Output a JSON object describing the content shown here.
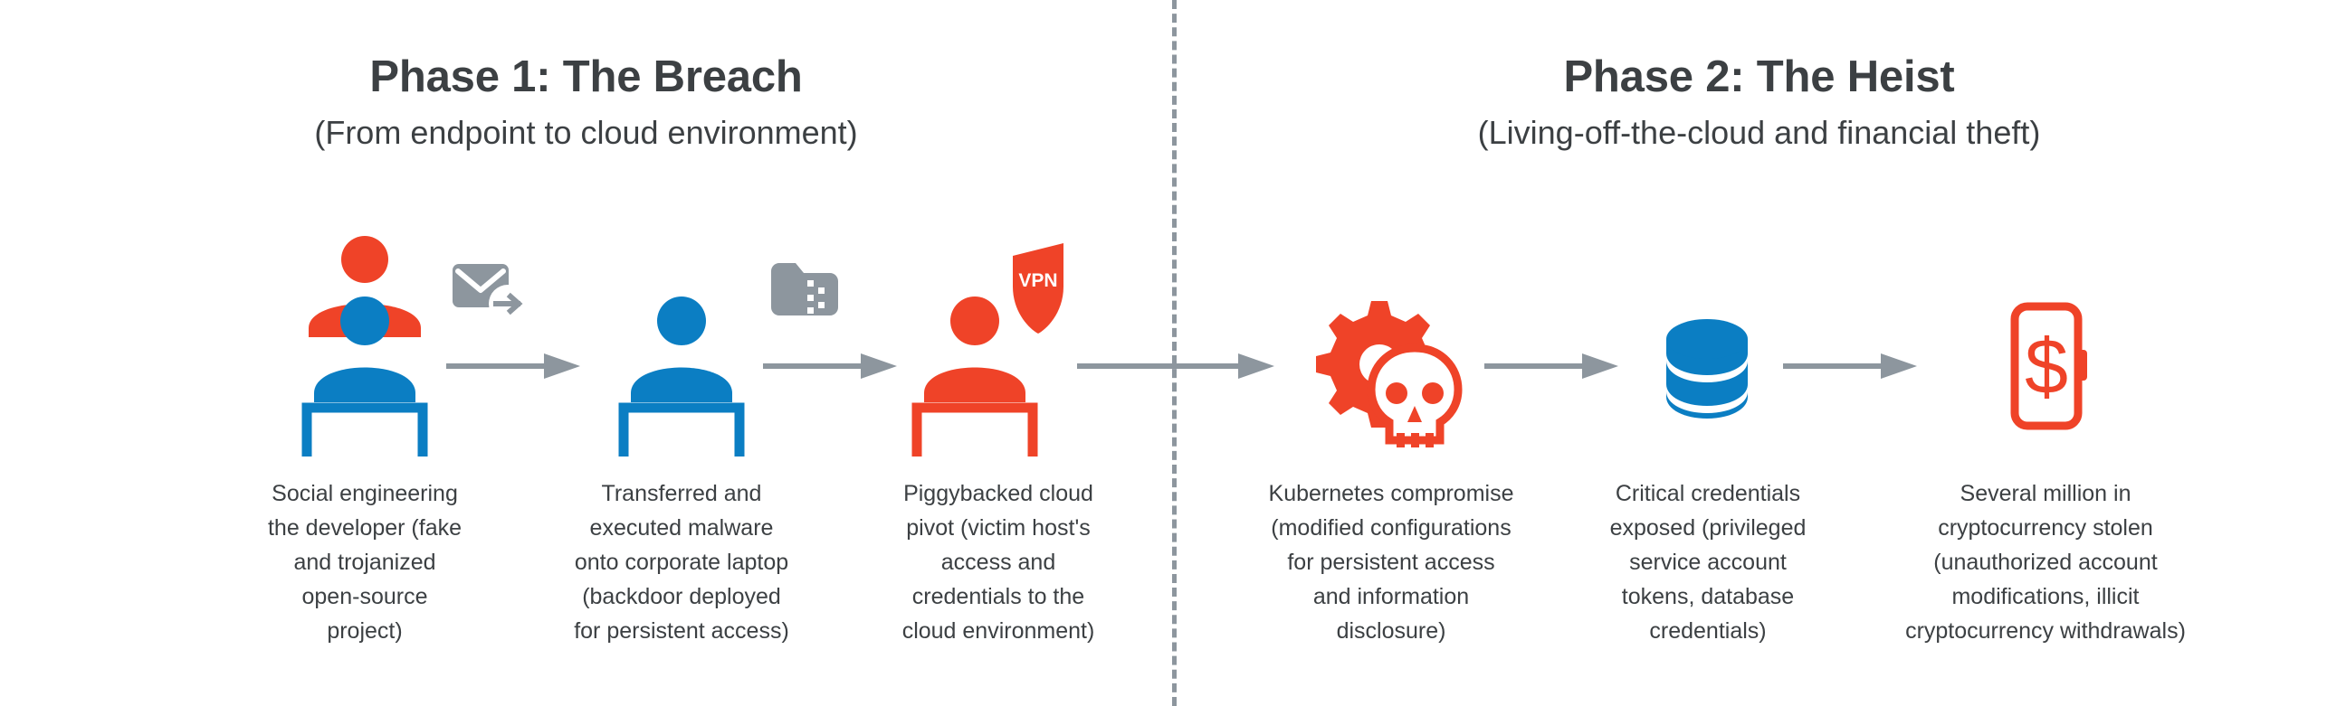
{
  "colors": {
    "red": "#ef4328",
    "blue": "#0b7ec3",
    "gray": "#8d969e",
    "text": "#3c4043",
    "background": "#ffffff"
  },
  "phases": [
    {
      "title": "Phase 1: The Breach",
      "subtitle": "(From endpoint to cloud environment)"
    },
    {
      "title": "Phase 2: The Heist",
      "subtitle": "(Living-off-the-cloud and financial theft)"
    }
  ],
  "steps": [
    {
      "id": "step-1",
      "icon": "developer-at-laptop-with-attacker-icon",
      "caption": "Social engineering\nthe developer (fake\nand trojanized\nopen-source\nproject)"
    },
    {
      "id": "step-2",
      "icon": "user-at-laptop-icon",
      "caption": "Transferred and\nexecuted malware\nonto corporate laptop\n(backdoor deployed\nfor persistent access)"
    },
    {
      "id": "step-3",
      "icon": "compromised-user-at-laptop-with-vpn-shield-icon",
      "caption": "Piggybacked cloud\npivot (victim host's\naccess and\ncredentials to the\ncloud environment)"
    },
    {
      "id": "step-4",
      "icon": "gear-skull-icon",
      "caption": "Kubernetes compromise\n(modified configurations\nfor persistent access\nand information\ndisclosure)"
    },
    {
      "id": "step-5",
      "icon": "database-icon",
      "caption": "Critical credentials\nexposed (privileged\nservice account\ntokens, database\ncredentials)"
    },
    {
      "id": "step-6",
      "icon": "mobile-dollar-icon",
      "caption": "Several million in\ncryptocurrency stolen\n(unauthorized account\nmodifications, illicit\ncryptocurrency withdrawals)"
    }
  ],
  "badges": [
    {
      "id": "envelope-badge",
      "icon": "email-forward-icon",
      "label": ""
    },
    {
      "id": "folder-badge",
      "icon": "malware-folder-icon",
      "label": ""
    }
  ],
  "shield": {
    "label": "VPN"
  },
  "arrows": [
    {
      "id": "arrow-1",
      "icon": "arrow-right-icon"
    },
    {
      "id": "arrow-2",
      "icon": "arrow-right-icon"
    },
    {
      "id": "arrow-3",
      "icon": "arrow-right-icon"
    },
    {
      "id": "arrow-4",
      "icon": "arrow-right-icon"
    },
    {
      "id": "arrow-5",
      "icon": "arrow-right-icon"
    }
  ],
  "divider": {
    "icon": "phase-divider-dashed-line"
  }
}
